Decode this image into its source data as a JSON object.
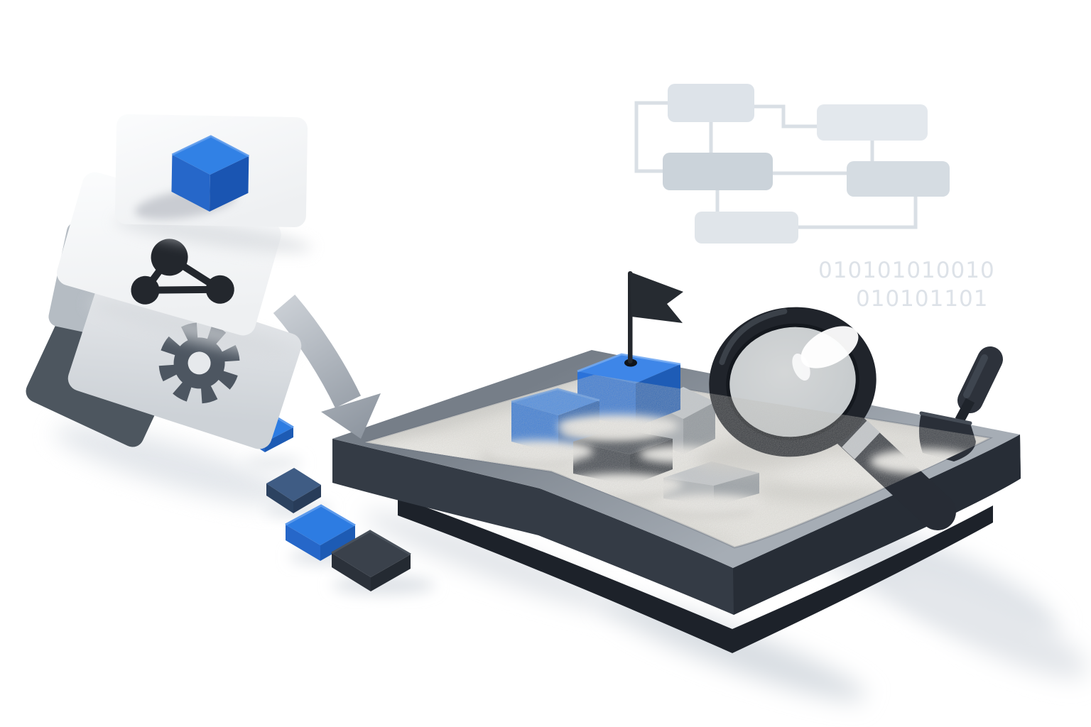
{
  "binary": {
    "line1": "010101010010",
    "line2": "010101101"
  },
  "flowchart": {
    "node_count": 5,
    "connector_count": 7
  },
  "icons": [
    "cube-icon",
    "share-icon",
    "gear-icon",
    "curved-arrow-icon",
    "flag-icon",
    "magnifier-icon",
    "shovel-icon",
    "sandbox-tray",
    "flowchart-diagram",
    "binary-code"
  ],
  "colors": {
    "background": "#ffffff",
    "accent-blue": "#2d7ce2",
    "blue-top": "#3e86e8",
    "blue-light": "#5c9aec",
    "blue-mid": "#2667c9",
    "blue-dark": "#1d5bb4",
    "steel-navy": "#3f5c84",
    "steel-navy-dark": "#2c4260",
    "charcoal": "#343b45",
    "charcoal-dark": "#272d36",
    "charcoal-deep": "#1d222a",
    "ink": "#23272d",
    "rim-light": "#a6adb5",
    "rim-dark": "#767e88",
    "gray-cube": "#a6adb5",
    "light-gray-block": "#c6cbd1",
    "sand": "#f1f0ec",
    "sand-shadow": "#d8d7d3",
    "card-white": "#f8f9fa",
    "card-gray": "#e8eaed",
    "backing-gray": "#b5bcc3",
    "backing-dark": "#4d565f",
    "gear-gray": "#4d5661",
    "flow-box": "#dde3e9",
    "flow-box-dark": "#cbd3da",
    "flow-line": "#d9dfe5",
    "binary-text": "#dde2e8",
    "arrow-light": "#c9ced4",
    "arrow-dark": "#8e96a0",
    "lens": "#eef1f2",
    "shadow": "#dfe3e8"
  }
}
